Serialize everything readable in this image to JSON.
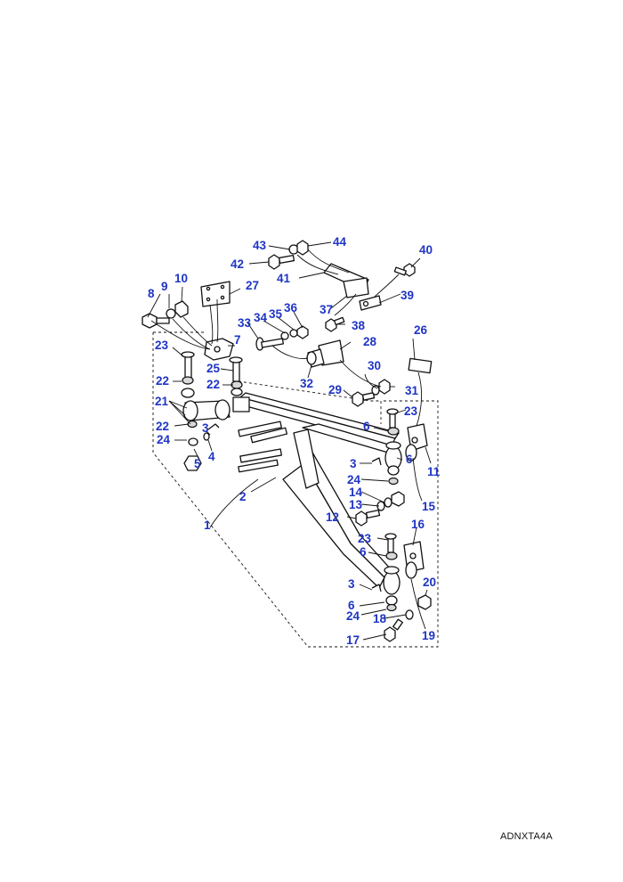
{
  "diagram": {
    "reference_code": "ADNXTA4A",
    "callouts": [
      {
        "id": "c1",
        "label": "1"
      },
      {
        "id": "c2",
        "label": "2"
      },
      {
        "id": "c3a",
        "label": "3"
      },
      {
        "id": "c3b",
        "label": "3"
      },
      {
        "id": "c3c",
        "label": "3"
      },
      {
        "id": "c4",
        "label": "4"
      },
      {
        "id": "c5",
        "label": "5"
      },
      {
        "id": "c6a",
        "label": "6"
      },
      {
        "id": "c6b",
        "label": "6"
      },
      {
        "id": "c6c",
        "label": "6"
      },
      {
        "id": "c6d",
        "label": "6"
      },
      {
        "id": "c7",
        "label": "7"
      },
      {
        "id": "c8",
        "label": "8"
      },
      {
        "id": "c9",
        "label": "9"
      },
      {
        "id": "c10",
        "label": "10"
      },
      {
        "id": "c11",
        "label": "11"
      },
      {
        "id": "c12",
        "label": "12"
      },
      {
        "id": "c13",
        "label": "13"
      },
      {
        "id": "c14",
        "label": "14"
      },
      {
        "id": "c15",
        "label": "15"
      },
      {
        "id": "c16",
        "label": "16"
      },
      {
        "id": "c17",
        "label": "17"
      },
      {
        "id": "c18",
        "label": "18"
      },
      {
        "id": "c19",
        "label": "19"
      },
      {
        "id": "c20",
        "label": "20"
      },
      {
        "id": "c21",
        "label": "21"
      },
      {
        "id": "c22a",
        "label": "22"
      },
      {
        "id": "c22b",
        "label": "22"
      },
      {
        "id": "c22c",
        "label": "22"
      },
      {
        "id": "c23a",
        "label": "23"
      },
      {
        "id": "c23b",
        "label": "23"
      },
      {
        "id": "c23c",
        "label": "23"
      },
      {
        "id": "c24a",
        "label": "24"
      },
      {
        "id": "c24b",
        "label": "24"
      },
      {
        "id": "c24c",
        "label": "24"
      },
      {
        "id": "c25",
        "label": "25"
      },
      {
        "id": "c26",
        "label": "26"
      },
      {
        "id": "c27",
        "label": "27"
      },
      {
        "id": "c28",
        "label": "28"
      },
      {
        "id": "c29",
        "label": "29"
      },
      {
        "id": "c30",
        "label": "30"
      },
      {
        "id": "c31",
        "label": "31"
      },
      {
        "id": "c32",
        "label": "32"
      },
      {
        "id": "c33",
        "label": "33"
      },
      {
        "id": "c34",
        "label": "34"
      },
      {
        "id": "c35",
        "label": "35"
      },
      {
        "id": "c36",
        "label": "36"
      },
      {
        "id": "c37",
        "label": "37"
      },
      {
        "id": "c38",
        "label": "38"
      },
      {
        "id": "c39",
        "label": "39"
      },
      {
        "id": "c40",
        "label": "40"
      },
      {
        "id": "c41",
        "label": "41"
      },
      {
        "id": "c42",
        "label": "42"
      },
      {
        "id": "c43",
        "label": "43"
      },
      {
        "id": "c44",
        "label": "44"
      }
    ]
  }
}
